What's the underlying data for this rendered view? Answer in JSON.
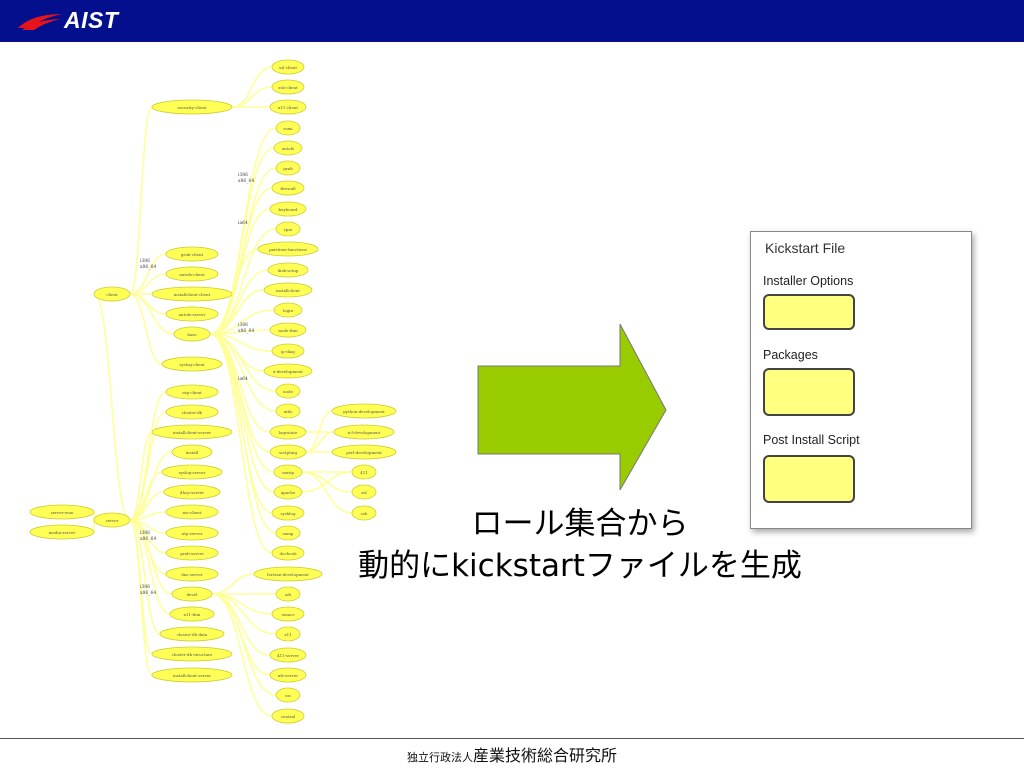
{
  "header": {
    "logo_text": "AIST",
    "bg_color": "#030f8c"
  },
  "graph": {
    "nodes": {
      "server-wan": "server-wan",
      "media-server": "media-server",
      "server": "server",
      "client": "client",
      "security-client": "security-client",
      "base": "base",
      "nis-client": "nis-client",
      "ssh-client": "ssh-client",
      "x11-client": "x11-client",
      "ssmi": "ssmi",
      "autofs": "autofs",
      "grub": "grub",
      "firewall": "firewall",
      "keyboard": "keyboard",
      "rpm": "rpm",
      "partition-functions": "partition-functions",
      "disk-setup": "disk-setup",
      "installclient": "installclient",
      "login": "login",
      "node-thin": "node-thin",
      "ip-diag": "ip-diag",
      "x-development": "x-development",
      "node": "node",
      "utils": "utils",
      "logrotate": "logrotate",
      "scripting": "scripting",
      "ssmtp": "ssmtp",
      "apache": "apache",
      "sysklog": "sysklog",
      "snmp": "snmp",
      "docbook": "docbook",
      "fortran-development": "fortran-development",
      "odt": "odt",
      "emacs": "emacs",
      "x11": "x11",
      "411-server": "411-server",
      "nfs-server": "nfs-server",
      "sis": "sis",
      "central": "central",
      "python-development": "python-development",
      "tcl-development": "tcl-development",
      "perl-development": "perl-development",
      "411": "411",
      "ssl": "ssl",
      "ssh": "ssh",
      "grub-client": "grub-client",
      "autofs-client": "autofs-client",
      "installclient-client": "installclient-client",
      "autofs-server": "autofs-server",
      "syslog-client": "syslog-client",
      "ntp-client": "ntp-client",
      "cluster-db": "cluster-db",
      "installclient-server": "installclient-server",
      "install": "install",
      "syslog-server": "syslog-server",
      "dhcp-server": "dhcp-server",
      "ntp-server": "ntp-server",
      "grub-server": "grub-server",
      "dns-server": "dns-server",
      "devel": "devel",
      "x11-thin": "x11-thin",
      "cluster-db-data": "cluster-db-data",
      "cluster-db-structure": "cluster-db-structure",
      "installclient-server2": "installclient-server"
    },
    "edge_labels": {
      "i386_x86_64_a": "i386\nx86_64",
      "ia64_a": "ia64",
      "i386_x86_64_b": "i386\nx86_64",
      "i386_x86_64_c": "i386\nx86_64",
      "ia64_b": "ia64",
      "i386_x86_64_d": "i386\nx86_64",
      "i386_x86_64_e": "i386\nx86_64"
    },
    "node_fill": "#ffff55",
    "edge_color": "#ffff99"
  },
  "arrow": {
    "fill": "#99cc00"
  },
  "kickstart": {
    "title": "Kickstart File",
    "installer_options": "Installer Options",
    "packages": "Packages",
    "post_install": "Post Install Script",
    "box_fill": "#ffff80"
  },
  "caption": {
    "line1": "ロール集合から",
    "line2": "動的にkickstartファイルを生成"
  },
  "footer": {
    "small": "独立行政法人",
    "large": "産業技術総合研究所"
  }
}
